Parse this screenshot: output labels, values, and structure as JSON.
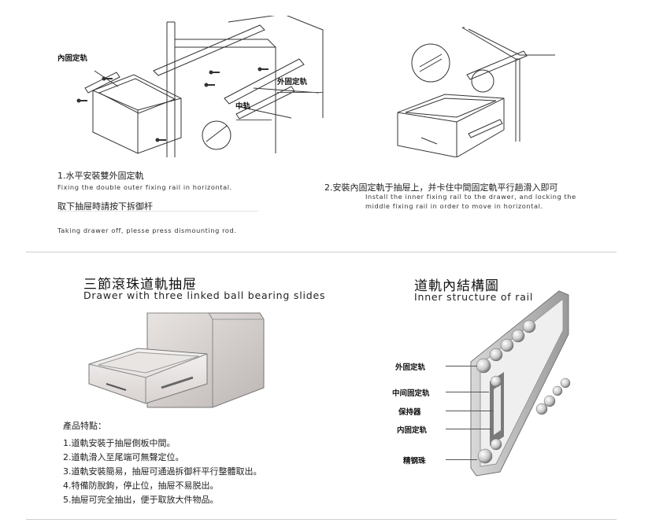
{
  "step1": {
    "label_inner_rail": "內固定轨",
    "label_outer_rail": "外固定轨",
    "label_middle_rail": "中轨",
    "title_cn": "1.水平安裝雙外固定軌",
    "title_en": "Fixing the double outer fixing rail in horizontal.",
    "remove_cn": "取下抽屉時請按下拆御杆",
    "remove_en": "Taking drawer off, plesse press dismounting rod."
  },
  "step2": {
    "title_cn": "2.安裝內固定軌于抽屉上，并卡住中間固定軌平行趟滑入即可",
    "title_en_line1": "Install the inner fixing rail to the drawer, and locking the",
    "title_en_line2": "middle fixing rail in order to move in horizontal."
  },
  "drawer_section": {
    "title_cn": "三節滾珠道軌抽屉",
    "title_en": "Drawer with three linked ball bearing slides",
    "features_heading": "產品特點：",
    "features": [
      "1.道軌安裝于抽屉側板中間。",
      "2.道軌滑入至尾端可無聲定位。",
      "3.道軌安裝簡易，抽屉可通過拆御杆平行整體取出。",
      "4.特備防脫鉤，停止位，抽屉不易脱出。",
      "5.抽屉可完全抽出，便于取放大件物品。"
    ]
  },
  "rail_structure": {
    "title_cn": "道軌內結構圖",
    "title_en": "Inner structure  of  rail",
    "labels": [
      "外固定轨",
      "中间固定轨",
      "保持器",
      "内固定轨",
      "精钢珠"
    ]
  }
}
